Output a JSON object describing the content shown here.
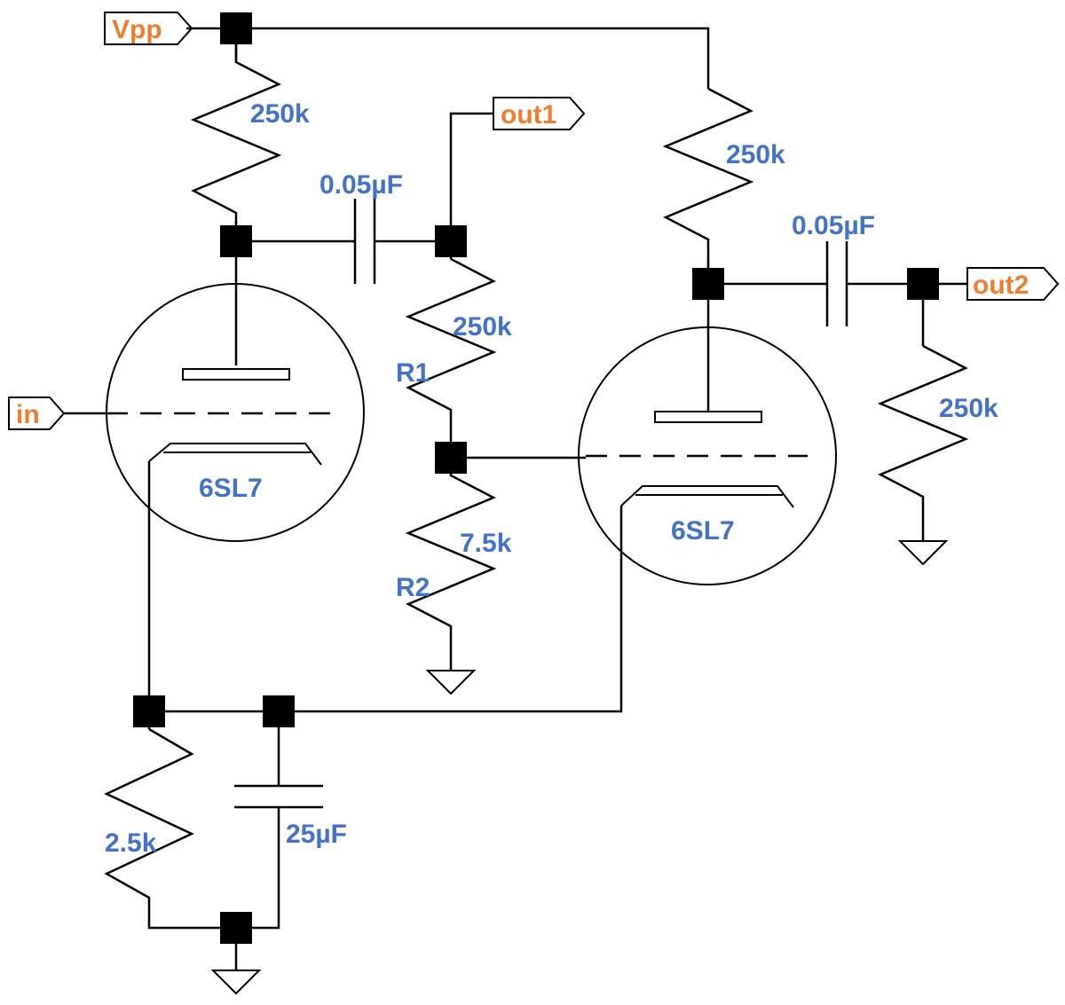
{
  "colors": {
    "component_label": "#4472c4",
    "port_label": "#ed7d31",
    "wire": "#000000"
  },
  "ports": {
    "vpp": "Vpp",
    "out1": "out1",
    "out2": "out2",
    "in": "in"
  },
  "components": {
    "r_plate1": "250k",
    "r_plate2": "250k",
    "r1_value": "250k",
    "r1_name": "R1",
    "r2_value": "7.5k",
    "r2_name": "R2",
    "r_out2": "250k",
    "r_cathode": "2.5k",
    "c_coupling1": "0.05µF",
    "c_coupling2": "0.05µF",
    "c_bypass": "25µF",
    "tube1": "6SL7",
    "tube2": "6SL7"
  }
}
